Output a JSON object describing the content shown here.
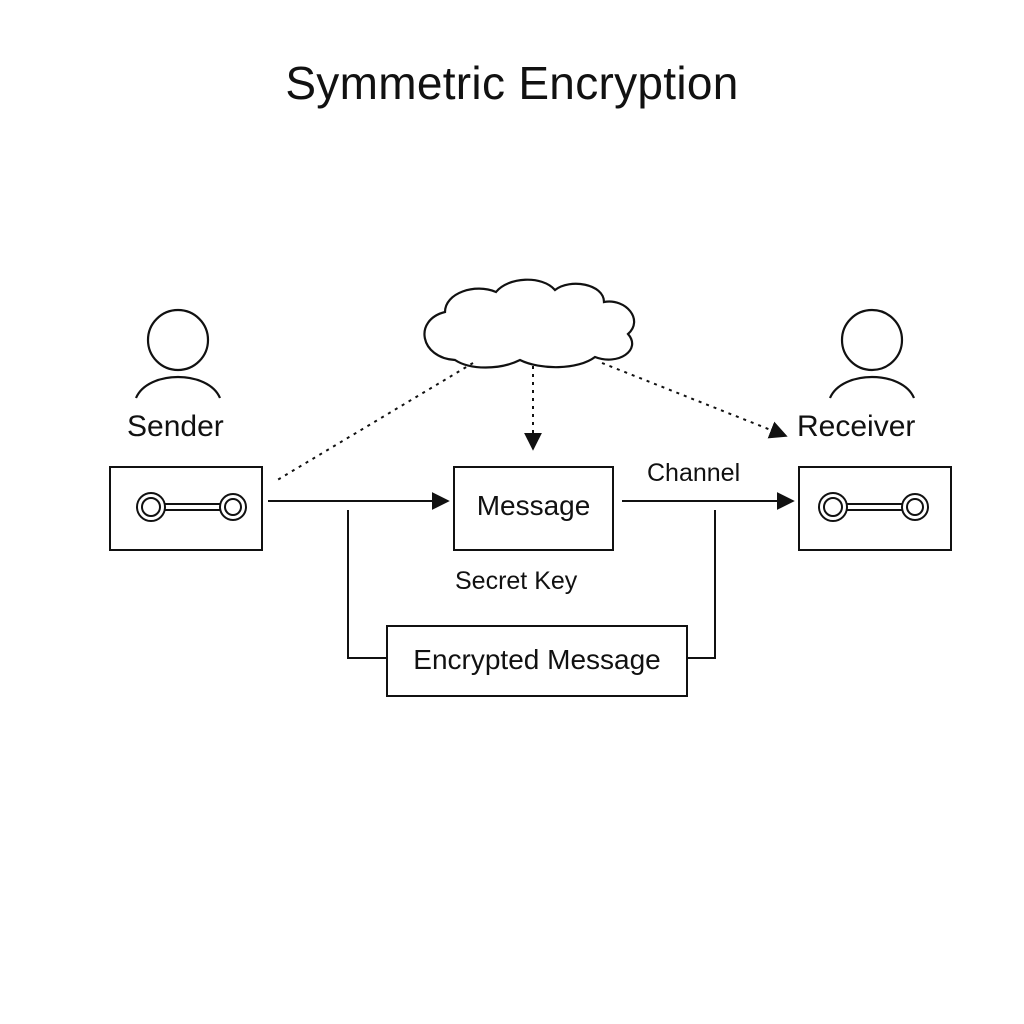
{
  "title": "Symmetric Encryption",
  "actors": {
    "sender": "Sender",
    "receiver": "Receiver"
  },
  "nodes": {
    "message": "Message",
    "encrypted_message": "Encrypted Message"
  },
  "edges": {
    "channel": "Channel",
    "secret_key": "Secret Key"
  },
  "icons": {
    "actor": "person-icon",
    "key": "key-icon",
    "cloud": "cloud-icon"
  },
  "colors": {
    "stroke": "#111111",
    "background": "#ffffff"
  }
}
